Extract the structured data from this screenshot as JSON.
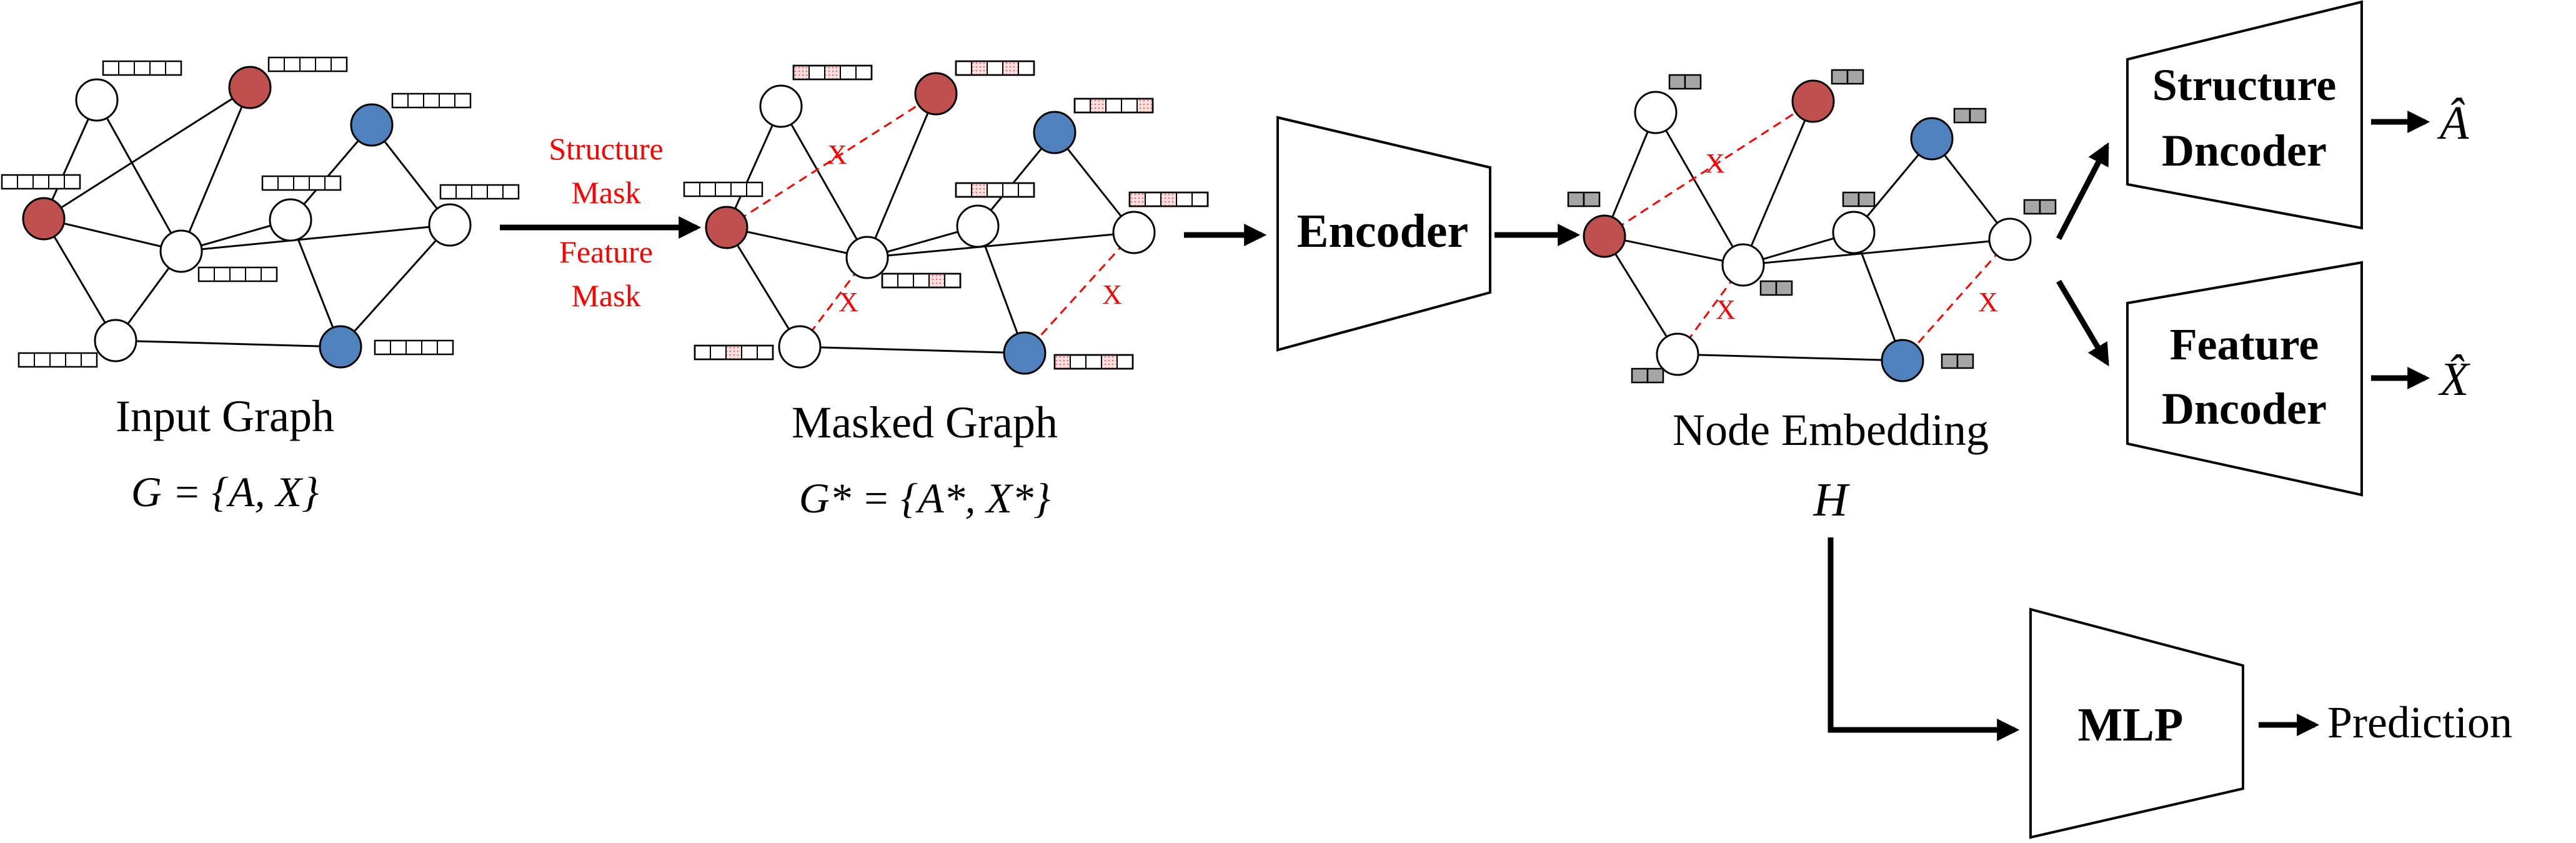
{
  "stages": {
    "input": {
      "caption": "Input Graph",
      "formula": "G = {A, X}"
    },
    "masked": {
      "caption": "Masked Graph",
      "formula": "G* = {A*, X*}"
    },
    "embedding": {
      "caption": "Node Embedding",
      "symbol": "H"
    }
  },
  "mask_labels": [
    "Structure",
    "Mask",
    "Feature",
    "Mask"
  ],
  "blocks": {
    "encoder": "Encoder",
    "structure_decoder": [
      "Structure",
      "Dncoder"
    ],
    "feature_decoder": [
      "Feature",
      "Dncoder"
    ],
    "mlp": "MLP"
  },
  "outputs": {
    "a_hat": "Â",
    "x_hat": "X̂",
    "prediction": "Prediction"
  },
  "colors": {
    "red_node": "#c0504d",
    "blue_node": "#4f81bd",
    "mask_red": "#ff0000",
    "embedding_cell": "#a6a6a6",
    "masked_cell": "#f4b6b6"
  },
  "icons": [
    "cross-mark-icon",
    "arrow-right-icon"
  ]
}
